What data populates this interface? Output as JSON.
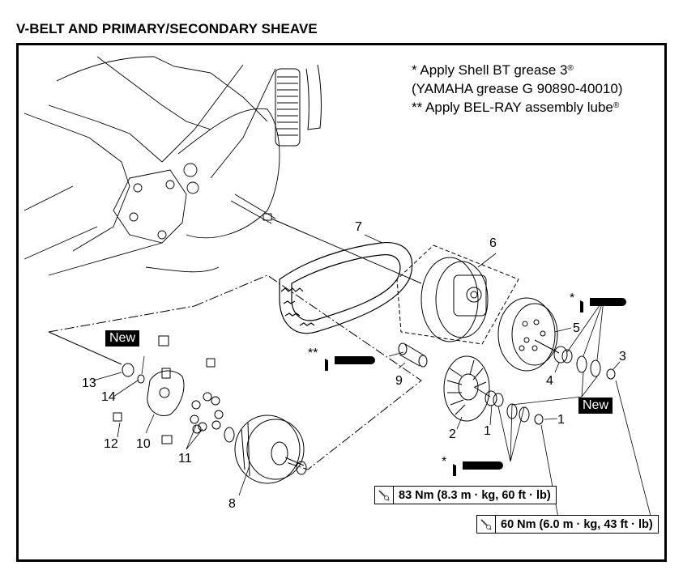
{
  "title": "V-BELT AND PRIMARY/SECONDARY SHEAVE",
  "notes": [
    {
      "prefix": "*",
      "text": "Apply Shell BT grease 3",
      "mark": "®"
    },
    {
      "prefix": "",
      "text": "(YAMAHA grease G 90890-40010)",
      "mark": ""
    },
    {
      "prefix": "**",
      "text": "Apply BEL-RAY assembly lube",
      "mark": "®"
    }
  ],
  "callouts": {
    "n1a": "1",
    "n1b": "1",
    "n2": "2",
    "n3": "3",
    "n4": "4",
    "n5": "5",
    "n6": "6",
    "n7": "7",
    "n8": "8",
    "n9": "9",
    "n10": "10",
    "n11": "11",
    "n12": "12",
    "n13": "13",
    "n14": "14"
  },
  "badges": {
    "new_left": "New",
    "new_right": "New"
  },
  "lube_marks": {
    "grease_top": "*",
    "grease_bottom": "*",
    "assembly": "**"
  },
  "torque": [
    {
      "icon": "torque-wrench-icon",
      "value": "83 Nm (8.3 m · kg, 60 ft · lb)"
    },
    {
      "icon": "torque-wrench-icon",
      "value": "60 Nm (6.0 m · kg, 43 ft · lb)"
    }
  ]
}
